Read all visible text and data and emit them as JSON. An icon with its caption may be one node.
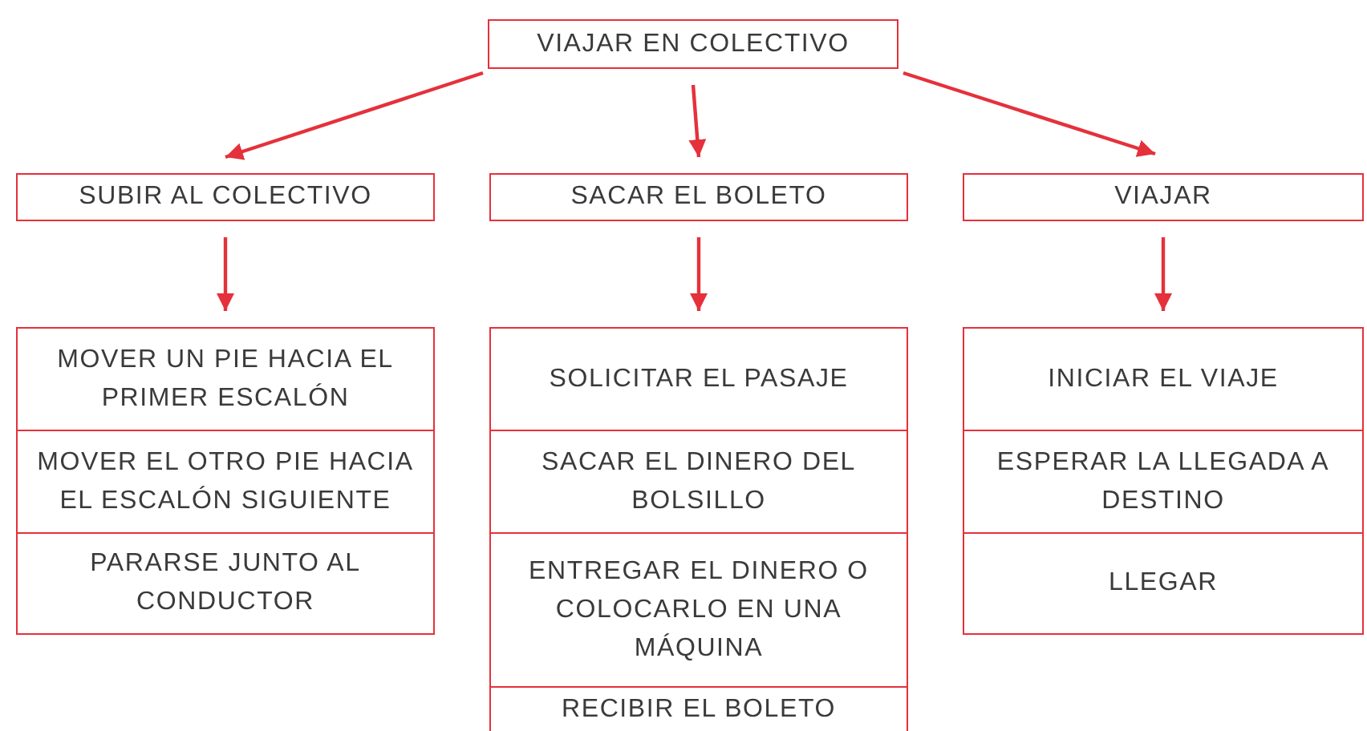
{
  "diagram": {
    "nodes": [
      {
        "text": [
          "VIAJAR EN COLECTIVO"
        ]
      },
      {
        "text": [
          "SUBIR AL COLECTIVO"
        ]
      },
      {
        "text": [
          "SACAR EL BOLETO"
        ]
      },
      {
        "text": [
          "VIAJAR"
        ]
      },
      {
        "text": [
          "MOVER UN PIE HACIA EL PRIMER ESCALÓN"
        ]
      },
      {
        "text": [
          "MOVER EL OTRO PIE HACIA EL ESCALÓN SIGUIENTE"
        ]
      },
      {
        "text": [
          "PARARSE JUNTO AL CONDUCTOR"
        ]
      },
      {
        "text": [
          "SOLICITAR EL PASAJE"
        ]
      },
      {
        "text": [
          "SACAR EL DINERO DEL BOLSILLO"
        ]
      },
      {
        "text": [
          "ENTREGAR EL DINERO O COLOCARLO EN UNA MÁQUINA"
        ]
      },
      {
        "text": [
          "RECIBIR EL BOLETO"
        ]
      },
      {
        "text": [
          "INICIAR EL VIAJE"
        ]
      },
      {
        "text": [
          "ESPERAR LA LLEGADA A DESTINO"
        ]
      },
      {
        "text": [
          "LLEGAR"
        ]
      }
    ],
    "edges": [
      {
        "from": 0,
        "to": 1,
        "arrow": "to"
      },
      {
        "from": 0,
        "to": 2,
        "arrow": "to"
      },
      {
        "from": 0,
        "to": 3,
        "arrow": "to"
      },
      {
        "from": 1,
        "to": 4,
        "arrow": "to"
      },
      {
        "from": 2,
        "to": 7,
        "arrow": "to"
      },
      {
        "from": 3,
        "to": 11,
        "arrow": "to"
      }
    ]
  }
}
